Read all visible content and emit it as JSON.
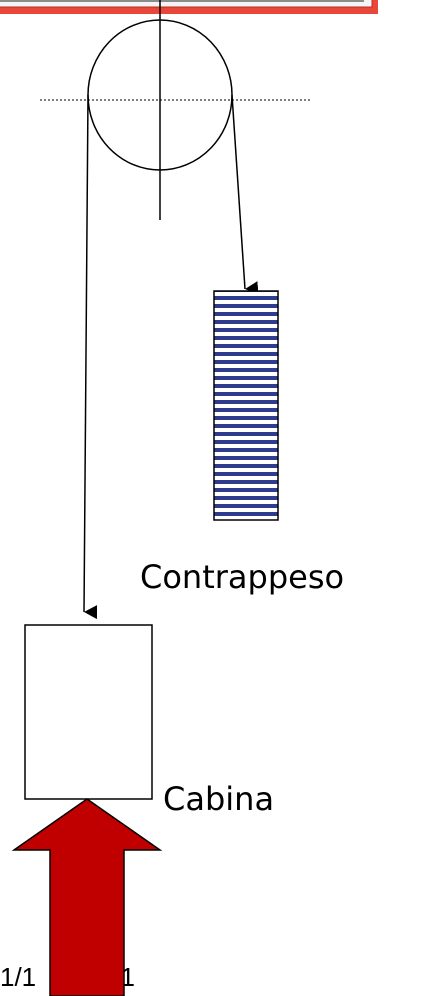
{
  "diagram": {
    "labels": {
      "counterweight": "Contrappeso",
      "cabin": "Cabina",
      "date_left": "1/1",
      "date_right": "11"
    },
    "colors": {
      "banner_fill": "#e8473a",
      "banner_inner": "#f5f5f5",
      "stripe_blue": "#2e3b8f",
      "stripe_white": "#ffffff",
      "arrow_fill": "#c00000",
      "line": "#000000"
    },
    "icons": {
      "pulley": "pulley-wheel",
      "counterweight": "striped-block",
      "cabin": "box",
      "force_arrow": "up-arrow"
    }
  }
}
